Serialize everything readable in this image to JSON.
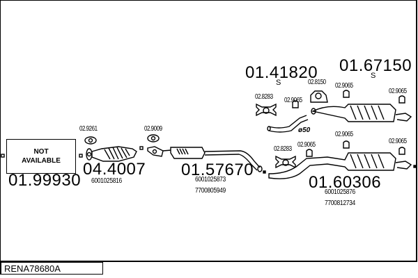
{
  "reference": "RENA78680A",
  "parts": [
    {
      "id": "01.99930",
      "label": "NOT AVAILABLE",
      "status_line1": "NOT",
      "status_line2": "AVAILABLE"
    },
    {
      "id": "04.4007",
      "oem": [
        "6001025816"
      ],
      "accessory": "02.9261",
      "type": "catalytic-converter"
    },
    {
      "id": "01.57670",
      "oem": [
        "6001025873",
        "7700805949"
      ],
      "accessory": "02.9009",
      "type": "middle-silencer"
    },
    {
      "id": "01.41820",
      "suffix": "S",
      "accessories": [
        "02.8283",
        "02.9065",
        "02.8150"
      ],
      "pipe_note": "ø50",
      "type": "rear-pipe"
    },
    {
      "id": "01.67150",
      "suffix": "S",
      "accessories": [
        "02.9065",
        "02.9065"
      ],
      "type": "rear-silencer"
    },
    {
      "id": "01.60306",
      "oem": [
        "6001025876",
        "7700812734"
      ],
      "accessories": [
        "02.8283",
        "02.9065",
        "02.9065",
        "02.9065"
      ],
      "type": "rear-silencer"
    }
  ]
}
